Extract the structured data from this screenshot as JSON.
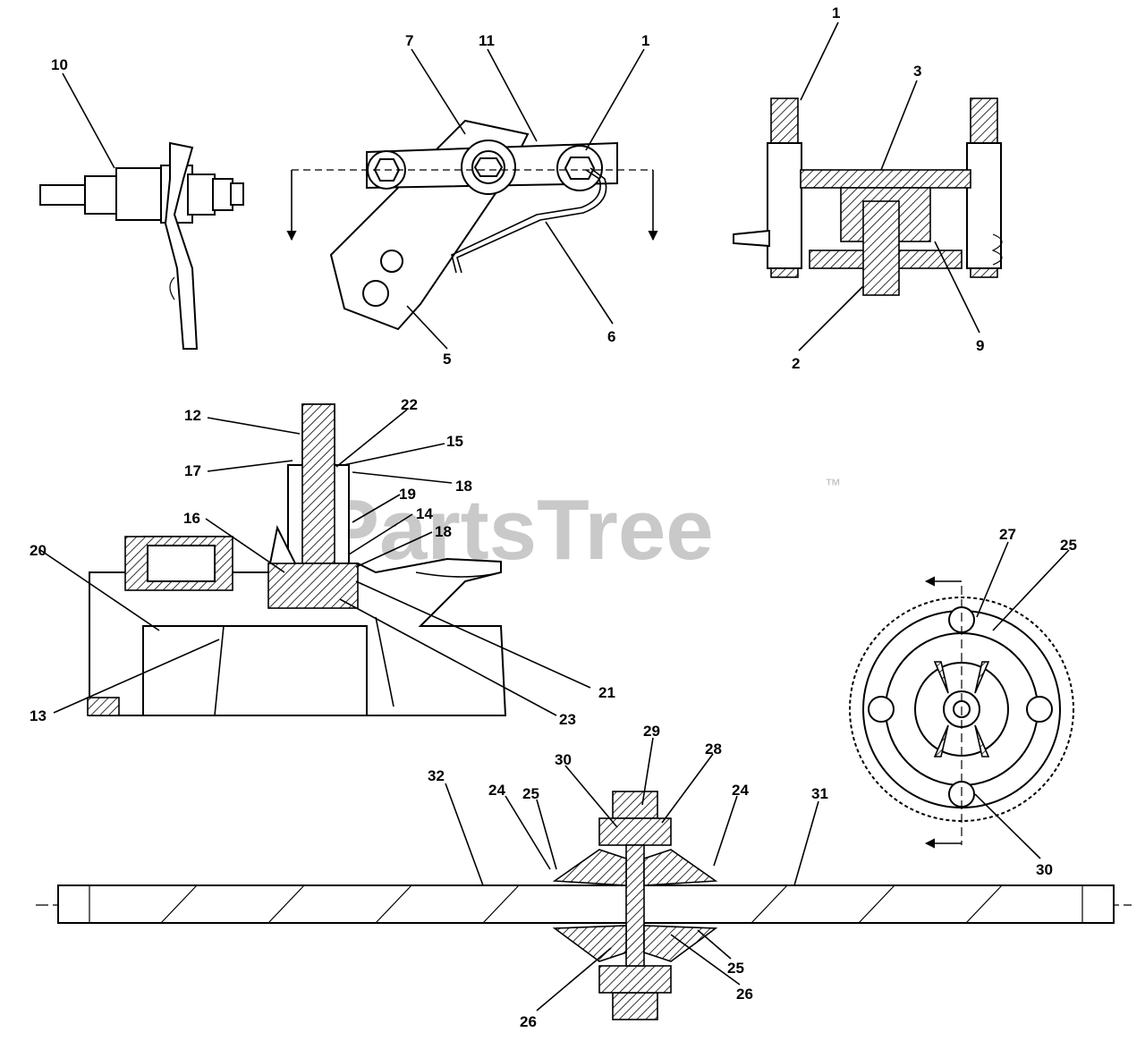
{
  "diagram": {
    "watermark": "PartsTree",
    "watermark_mark": "™",
    "callouts": {
      "c1_top_right": "1",
      "c3": "3",
      "c2": "2",
      "c9": "9",
      "c10": "10",
      "c7": "7",
      "c11": "11",
      "c1_mid": "1",
      "c5": "5",
      "c6": "6",
      "c12": "12",
      "c22": "22",
      "c15": "15",
      "c17": "17",
      "c18_a": "18",
      "c19": "19",
      "c14": "14",
      "c16": "16",
      "c18_b": "18",
      "c20": "20",
      "c13": "13",
      "c21": "21",
      "c23": "23",
      "c27": "27",
      "c25_gear": "25",
      "c30_gear": "30",
      "c29": "29",
      "c28": "28",
      "c30_axle": "30",
      "c32": "32",
      "c24_left": "24",
      "c25_left": "25",
      "c24_right": "24",
      "c31": "31",
      "c25_bottom": "25",
      "c26_right": "26",
      "c26_left": "26"
    }
  }
}
